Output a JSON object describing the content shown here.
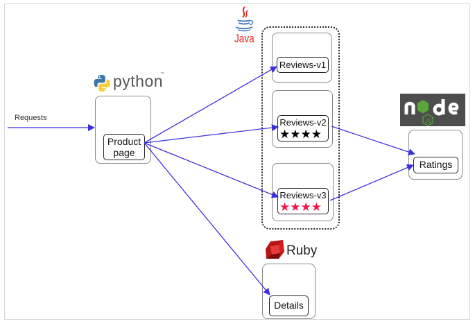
{
  "diagram": {
    "requests_label": "Requests",
    "logos": {
      "python": {
        "text": "python",
        "tm": "™",
        "icon": "python-icon"
      },
      "java": {
        "text": "Java",
        "icon": "java-cup-icon",
        "color": "#e2231a"
      },
      "ruby": {
        "text": "Ruby",
        "icon": "ruby-gem-icon",
        "color": "#a00f0f"
      },
      "node": {
        "text": "node",
        "sub": "JS",
        "icon": "nodejs-icon",
        "bg": "#4d4d4d",
        "green": "#5aa63a"
      }
    },
    "services": {
      "productpage": {
        "line1": "Product",
        "line2": "page"
      },
      "reviews_v1": {
        "label": "Reviews-v1",
        "stars": ""
      },
      "reviews_v2": {
        "label": "Reviews-v2",
        "stars": "★★★★",
        "star_color": "#000000"
      },
      "reviews_v3": {
        "label": "Reviews-v3",
        "stars": "★★★★",
        "star_color": "#f0144a"
      },
      "ratings": {
        "label": "Ratings"
      },
      "details": {
        "label": "Details"
      }
    },
    "edges": [
      {
        "from": "requests",
        "to": "productpage"
      },
      {
        "from": "productpage",
        "to": "reviews_v1"
      },
      {
        "from": "productpage",
        "to": "reviews_v2"
      },
      {
        "from": "productpage",
        "to": "reviews_v3"
      },
      {
        "from": "productpage",
        "to": "details"
      },
      {
        "from": "reviews_v2",
        "to": "ratings"
      },
      {
        "from": "reviews_v3",
        "to": "ratings"
      }
    ],
    "edge_color": "#3b2fe0"
  }
}
